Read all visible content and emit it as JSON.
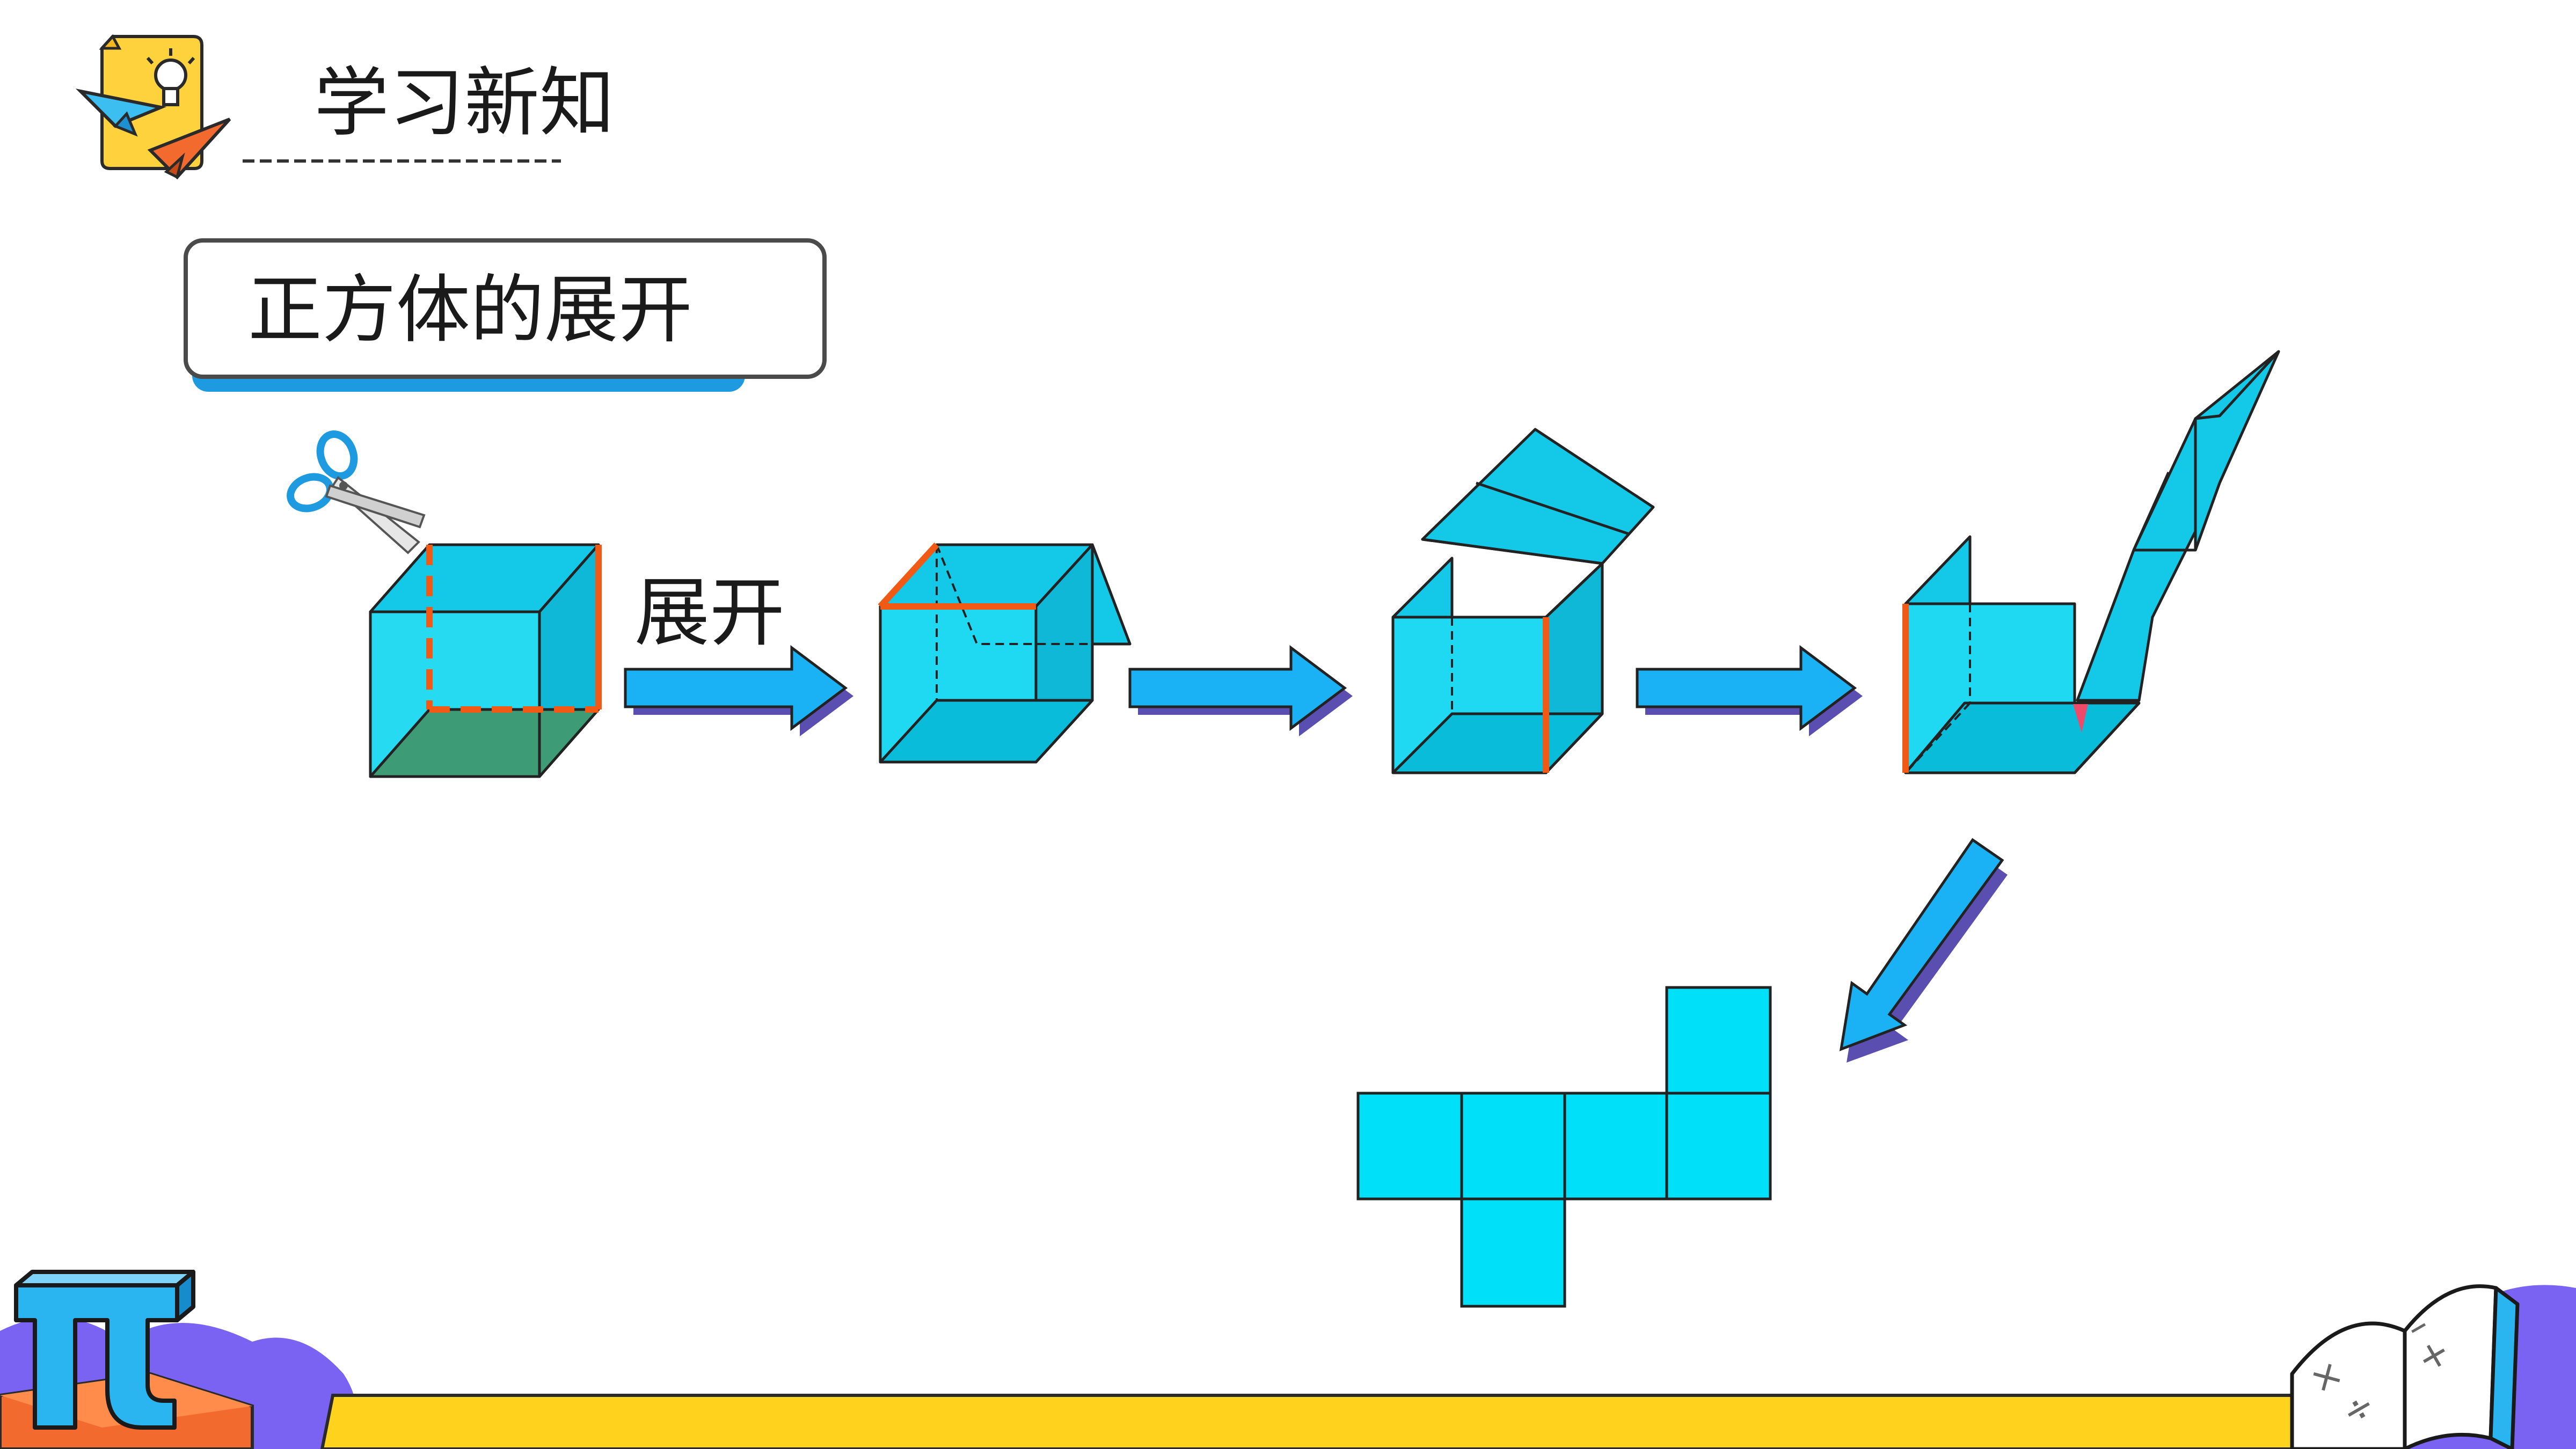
{
  "header": {
    "title": "学习新知"
  },
  "section": {
    "label": "正方体的展开"
  },
  "diagram": {
    "unfold_label": "展开"
  },
  "icons": {
    "header_icon": "paper-airplane-lightbulb-icon",
    "scissors": "scissors-icon",
    "pi": "pi-symbol-icon",
    "book": "math-book-icon"
  },
  "colors": {
    "cube_face": "#14C8E8",
    "cube_front": "#00D3F0",
    "net_square": "#00E0F8",
    "cut_edge": "#F05A14",
    "arrow": "#1AB2F4",
    "bottom_bar": "#FFD21E",
    "purple_hill": "#7A63F2",
    "header_icon_yellow": "#FDD23C"
  }
}
